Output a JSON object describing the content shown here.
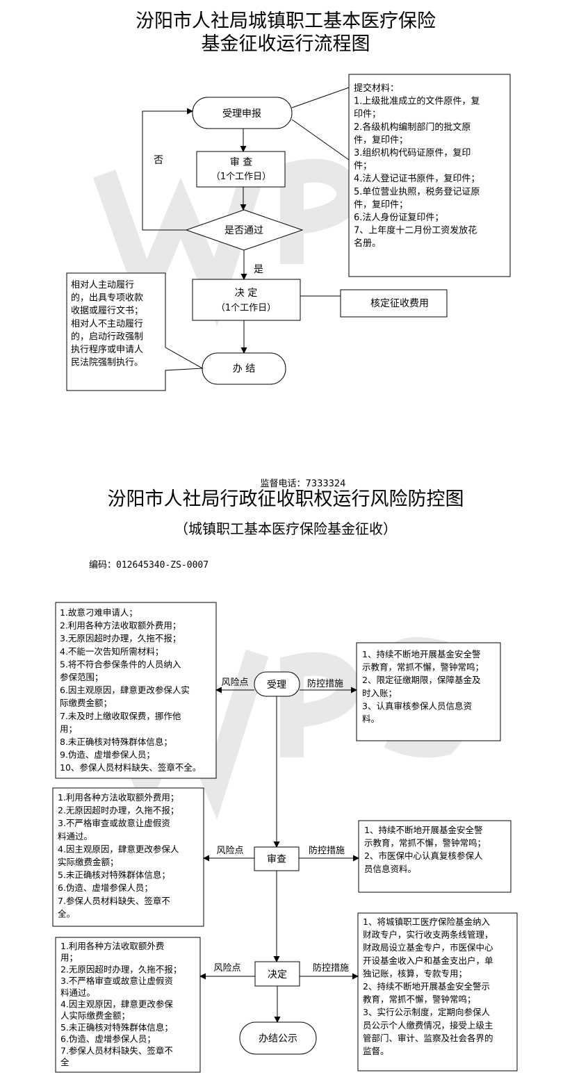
{
  "flow1": {
    "title_line1": "汾阳市人社局城镇职工基本医疗保险",
    "title_line2": "基金征收运行流程图",
    "node_accept": "受理申报",
    "node_review": "审 查",
    "node_review_days": "（1个工作日）",
    "node_pass": "是否通过",
    "label_no": "否",
    "label_yes": "是",
    "node_decide": "决 定",
    "node_decide_days": "（1个工作日）",
    "node_finish": "办 结",
    "fee_note": "核定征收费用",
    "materials": [
      "提交材料：",
      "1.上级批准成立的文件原件，复",
      "印件；",
      "2.各级机构编制部门的批文原",
      "件，复印件；",
      "3.组织机构代码证原件，复印",
      "件；",
      "4.法人登记证书原件，复印件；",
      "5.单位营业执照，税务登记证原",
      "件，复印件；",
      "6.法人身份证复印件；",
      "7、上年度十二月份工资发放花",
      "名册。"
    ],
    "enforcement": [
      "相对人主动履行",
      "的，出具专项收款",
      "收据或履行文书；",
      "相对人不主动履行",
      "的，启动行政强制",
      "执行程序或申请人",
      "民法院强制执行。"
    ]
  },
  "flow2": {
    "supervise_phone": "监督电话：7333324",
    "title": "汾阳市人社局行政征收职权运行风险防控图",
    "subtitle": "（城镇职工基本医疗保险基金征收）",
    "code": "编码：012645340-ZS-0007",
    "risk_label": "风险点",
    "control_label": "防控措施",
    "node_accept": "受理",
    "node_review": "审查",
    "node_decide": "决定",
    "node_finish": "办结公示",
    "risk_accept": [
      "1.故意刁难申请人；",
      "2.利用各种方法收取额外费用；",
      "3.无原因超时办理，久拖不报；",
      "4.不能一次告知所需材料；",
      "5.将不符合参保条件的人员纳入",
      "参保范围；",
      "6.因主观原因，肆意更改参保人实",
      "际缴费金额；",
      "7.未及时上缴收取保费，挪作他",
      "用；",
      "8.未正确核对特殊群体信息；",
      "9.伪造、虚增参保人员；",
      "10、参保人员材料缺失、签章不全。"
    ],
    "control_accept": [
      "1、持续不断地开展基金安全警",
      "示教育，常抓不懈，警钟常鸣；",
      "2、限定征缴期限，保障基金及",
      "时入账；",
      "3、认真审核参保人员信息资",
      "料。"
    ],
    "risk_review": [
      "1.利用各种方法收取额外费用；",
      "2.无原因超时办理，久拖不报；",
      "3.不严格审查或故意让虚假资",
      "料通过。",
      "4.因主观原因，肆意更改参保人",
      "实际缴费金额；",
      "5.未正确核对特殊群体信息；",
      "6.伪造、虚增参保人员；",
      "7.参保人员材料缺失、签章不",
      "全。"
    ],
    "control_review": [
      "1、持续不断地开展基金安全警",
      "示教育，常抓不懈，警钟常鸣；",
      "2、市医保中心认真复核参保人",
      "员信息资料。"
    ],
    "risk_decide": [
      "1.利用各种方法收取额外费",
      "用；",
      "2.无原因超时办理，久拖不报；",
      "3.不严格审查或故意让虚假资",
      "料通过。",
      "4.因主观原因，肆意更改参保",
      "人实际缴费金额；",
      "5.未正确核对特殊群体信息；",
      "6.伪造、虚增参保人员；",
      "7.参保人员材料缺失、签章不",
      "全"
    ],
    "control_decide": [
      "1、将城镇职工医疗保险基金纳入",
      "财政专户，实行收支两条线管理，",
      "财政局设立基金专户，市医保中心",
      "开设基金收入户和基金支出户，单",
      "独记账，核算，专款专用；",
      "2、持续不断地开展基金安全警示",
      "教育，常抓不懈，警钟常鸣；",
      "3、实行公示制度，定期向参保人",
      "员公示个人缴费情况，接受上级主",
      "管部门、审计、监察及社会各界的",
      "监督。"
    ]
  },
  "watermark": "WPS"
}
